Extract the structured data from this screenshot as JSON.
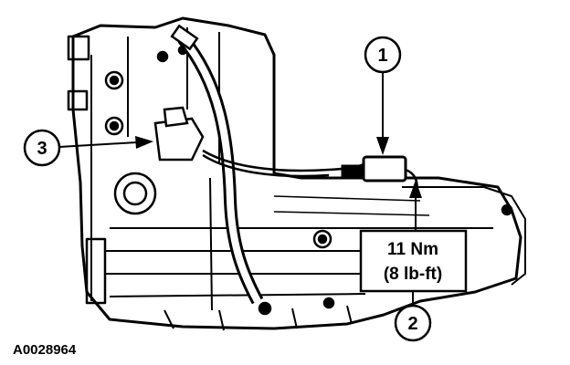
{
  "callouts": [
    {
      "number": "1"
    },
    {
      "number": "2"
    },
    {
      "number": "3"
    }
  ],
  "torque_spec": {
    "line1": "11 Nm",
    "line2": "(8 lb-ft)"
  },
  "figure_id": "A0028964",
  "colors": {
    "ink": "#000000",
    "paper": "#ffffff"
  }
}
